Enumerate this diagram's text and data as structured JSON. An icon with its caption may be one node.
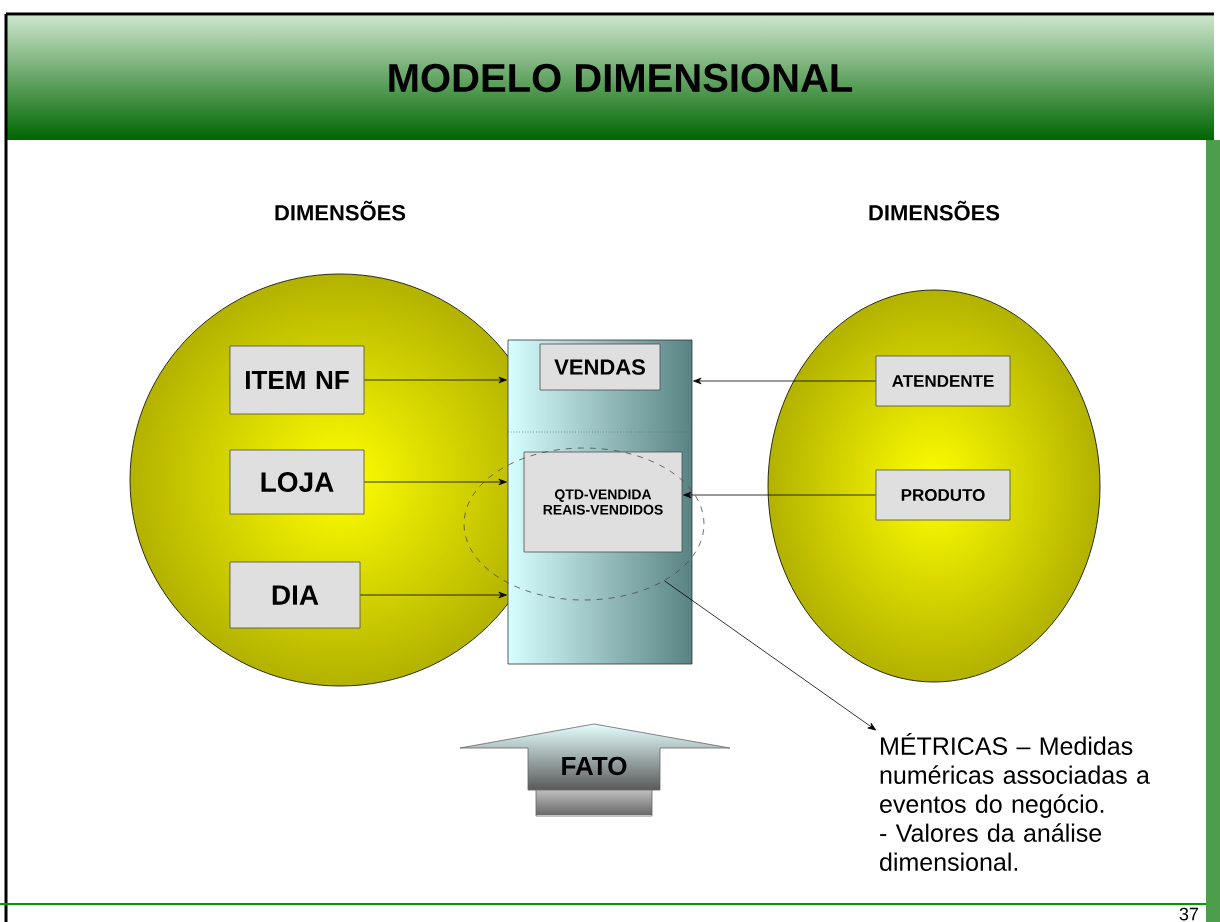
{
  "diagram": {
    "title": "MODELO DIMENSIONAL",
    "nodes": [
      {
        "text": [
          "DIMENSÕES"
        ]
      },
      {
        "text": [
          "ITEM NF"
        ],
        "in": 0
      },
      {
        "text": [
          "LOJA"
        ],
        "in": 0
      },
      {
        "text": [
          "DIA"
        ],
        "in": 0
      },
      {
        "text": [],
        "shape": "box"
      },
      {
        "text": [
          "VENDAS"
        ],
        "in": 4
      },
      {
        "text": [
          "QTD-VENDIDA REAIS-VENDIDOS"
        ]
      },
      {
        "text": [],
        "shape": "ellipse"
      },
      {
        "text": [
          "DIMENSÕES"
        ]
      },
      {
        "text": [
          "ATENDENTE"
        ],
        "in": 8
      },
      {
        "text": [
          "PRODUTO"
        ],
        "in": 8
      },
      {
        "text": [
          "FATO"
        ]
      },
      {
        "text": [
          "MÉTRICAS – Medidas numéricas associadas a eventos do negócio.",
          "- Valores da análise dimensional."
        ]
      }
    ],
    "edges": [
      {
        "from": 1,
        "to": 4,
        "arrow": "to"
      },
      {
        "from": 2,
        "to": 4,
        "arrow": "to"
      },
      {
        "from": 3,
        "to": 4,
        "arrow": "to"
      },
      {
        "from": 9,
        "to": 4,
        "arrow": "to"
      },
      {
        "from": 10,
        "to": 6,
        "arrow": "to"
      },
      {
        "from": 7,
        "to": 12,
        "arrow": "to"
      }
    ],
    "labels": [
      "37"
    ]
  }
}
